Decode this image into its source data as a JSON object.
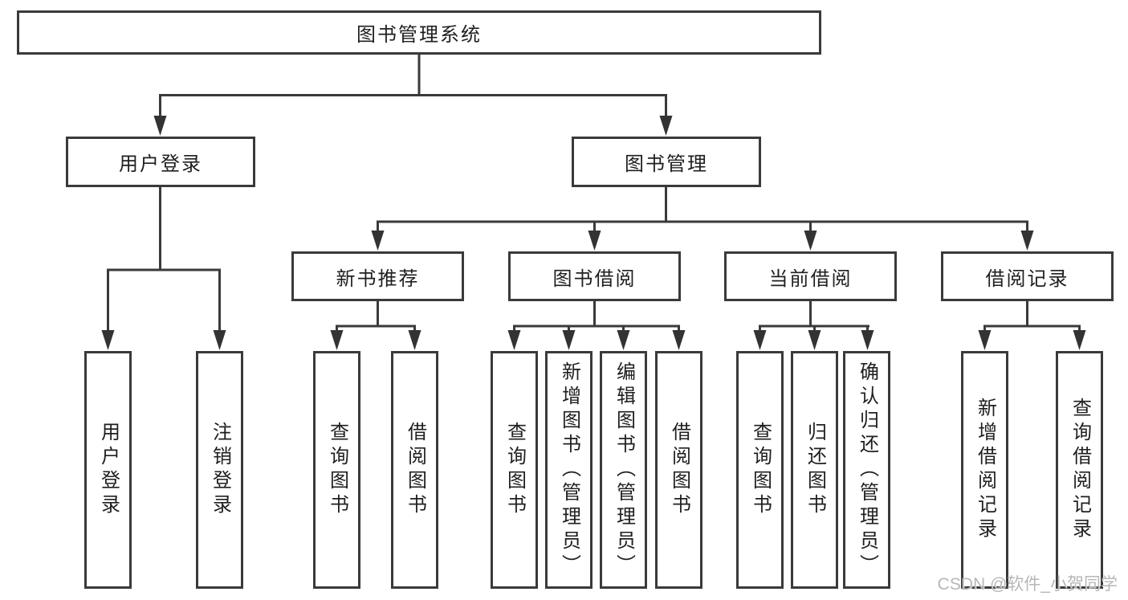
{
  "diagram": {
    "root": {
      "label": "图书管理系统",
      "children": [
        {
          "label": "用户登录",
          "children": [
            {
              "label": "用户登录"
            },
            {
              "label": "注销登录"
            }
          ]
        },
        {
          "label": "图书管理",
          "children": [
            {
              "label": "新书推荐",
              "children": [
                {
                  "label": "查询图书"
                },
                {
                  "label": "借阅图书"
                }
              ]
            },
            {
              "label": "图书借阅",
              "children": [
                {
                  "label": "查询图书"
                },
                {
                  "label": "新增图书（管理员）"
                },
                {
                  "label": "编辑图书（管理员）"
                },
                {
                  "label": "借阅图书"
                }
              ]
            },
            {
              "label": "当前借阅",
              "children": [
                {
                  "label": "查询图书"
                },
                {
                  "label": "归还图书"
                },
                {
                  "label": "确认归还（管理员）"
                }
              ]
            },
            {
              "label": "借阅记录",
              "children": [
                {
                  "label": "新增借阅记录"
                },
                {
                  "label": "查询借阅记录"
                }
              ]
            }
          ]
        }
      ]
    }
  },
  "watermark": {
    "text": "CSDN @软件_小贺同学"
  },
  "colors": {
    "line": "#3a3a3a",
    "text": "#1f1f1f",
    "watermark": "#b7b7b7",
    "background": "#ffffff"
  }
}
